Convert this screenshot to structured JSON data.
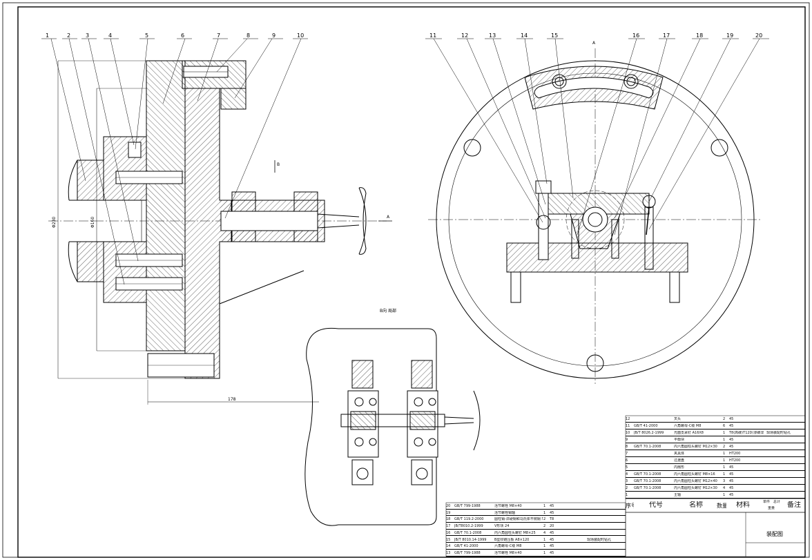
{
  "balloons_left": [
    "1",
    "2",
    "3",
    "4",
    "5",
    "6",
    "7",
    "8",
    "9",
    "10"
  ],
  "balloons_right": [
    "11",
    "12",
    "13",
    "14",
    "15",
    "16",
    "17",
    "18",
    "19",
    "20"
  ],
  "dimensions": {
    "width_total": "178",
    "dia_outer": "Φ230",
    "dia_inner": "Φ160"
  },
  "view_labels": {
    "view_b": "B",
    "view_a": "A",
    "view_top": "A",
    "partial_view": "B向 局部"
  },
  "parts_list_upper": [
    {
      "no": "12",
      "code": "",
      "name": "叉头",
      "qty": "2",
      "mat": "45",
      "note": ""
    },
    {
      "no": "11",
      "code": "GB/T 41-2000",
      "name": "六角螺母-C级 M8",
      "qty": "6",
      "mat": "45",
      "note": ""
    },
    {
      "no": "10",
      "code": "JB/T 8026.2-1999",
      "name": "光面支承钉 A16X8",
      "qty": "1",
      "mat": "T8(高碳)T12D(渗碳淬)",
      "note": "现场装配时钻孔"
    },
    {
      "no": "9",
      "code": "",
      "name": "平衡块",
      "qty": "1",
      "mat": "45",
      "note": ""
    },
    {
      "no": "8",
      "code": "GB/T 70.1-2008",
      "name": "内六角圆柱头螺钉 M12×30",
      "qty": "2",
      "mat": "45",
      "note": ""
    },
    {
      "no": "7",
      "code": "",
      "name": "夹具体",
      "qty": "1",
      "mat": "HT200",
      "note": ""
    },
    {
      "no": "6",
      "code": "",
      "name": "过渡盘",
      "qty": "1",
      "mat": "HT200",
      "note": ""
    },
    {
      "no": "5",
      "code": "",
      "name": "内扇形",
      "qty": "1",
      "mat": "45",
      "note": ""
    },
    {
      "no": "4",
      "code": "GB/T 70.1-2008",
      "name": "内六角圆柱头螺钉 M8×16",
      "qty": "1",
      "mat": "45",
      "note": ""
    },
    {
      "no": "3",
      "code": "GB/T 70.1-2008",
      "name": "内六角圆柱头螺钉 M12×40",
      "qty": "3",
      "mat": "45",
      "note": ""
    },
    {
      "no": "2",
      "code": "GB/T 70.1-2008",
      "name": "内六角圆柱头螺钉 M12×30",
      "qty": "4",
      "mat": "45",
      "note": ""
    },
    {
      "no": "1",
      "code": "",
      "name": "主轴",
      "qty": "1",
      "mat": "45",
      "note": ""
    }
  ],
  "parts_list_lower": [
    {
      "no": "20",
      "code": "GB/T 799-1988",
      "name": "活节螺栓 M8×40",
      "qty": "1",
      "mat": "45",
      "note": ""
    },
    {
      "no": "19",
      "code": "",
      "name": "活节螺栓销轴",
      "qty": "1",
      "mat": "45",
      "note": ""
    },
    {
      "no": "18",
      "code": "GB/T 119.2-2000",
      "name": "圆柱销-淬硬钢和马氏体不锈钢 5×12",
      "qty": "2",
      "mat": "T8",
      "note": ""
    },
    {
      "no": "17",
      "code": "JB/T8010.2-1999",
      "name": "V形块 24",
      "qty": "2",
      "mat": "20",
      "note": ""
    },
    {
      "no": "16",
      "code": "GB/T 70.1-2008",
      "name": "内六角圆柱头螺钉 M8×25",
      "qty": "4",
      "mat": "45",
      "note": ""
    },
    {
      "no": "15",
      "code": "JB/T 8010.14-1999",
      "name": "B型铰链压板 A8×120",
      "qty": "1",
      "mat": "45",
      "note": "现场装配时钻孔"
    },
    {
      "no": "14",
      "code": "GB/T 41-2000",
      "name": "六角螺母-C级 M8",
      "qty": "1",
      "mat": "45",
      "note": ""
    },
    {
      "no": "13",
      "code": "GB/T 799-1988",
      "name": "活节螺栓 M8×40",
      "qty": "1",
      "mat": "45",
      "note": ""
    }
  ],
  "parts_header": {
    "no": "序号",
    "code": "代号",
    "name": "名称",
    "qty": "数量",
    "mat": "材料",
    "unit_w": "单件",
    "total_w": "总计",
    "weight": "重量",
    "note": "备注"
  },
  "title_block": {
    "title": "装配图"
  }
}
